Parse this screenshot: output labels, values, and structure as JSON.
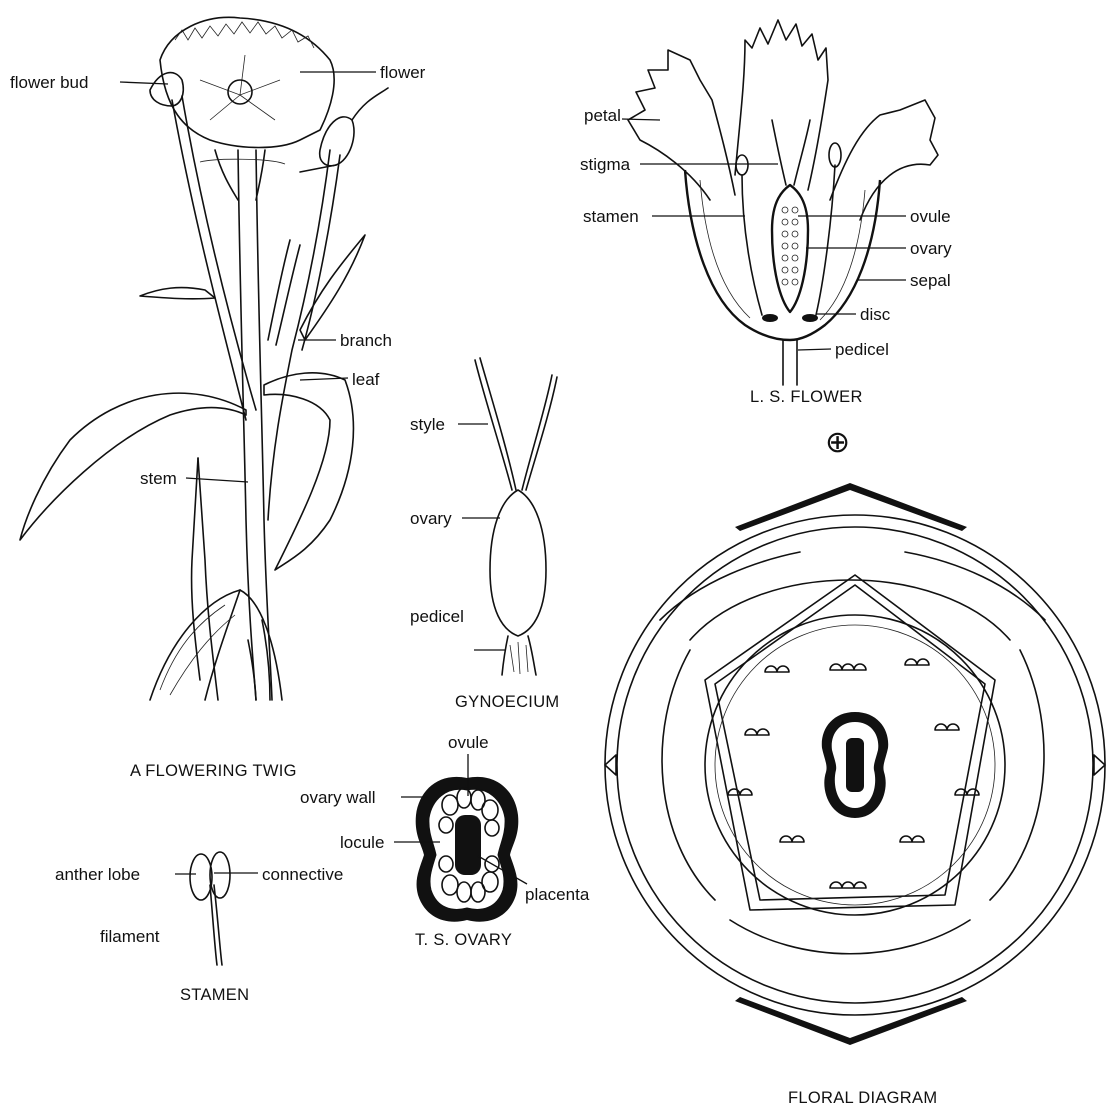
{
  "twig": {
    "caption": "A FLOWERING TWIG",
    "labels": {
      "flower_bud": "flower bud",
      "flower": "flower",
      "branch": "branch",
      "leaf": "leaf",
      "stem": "stem"
    }
  },
  "ls_flower": {
    "caption": "L. S. FLOWER",
    "labels": {
      "petal": "petal",
      "stigma": "stigma",
      "stamen": "stamen",
      "ovule": "ovule",
      "ovary": "ovary",
      "sepal": "sepal",
      "disc": "disc",
      "pedicel": "pedicel"
    }
  },
  "gynoecium": {
    "caption": "GYNOECIUM",
    "labels": {
      "style": "style",
      "ovary": "ovary",
      "pedicel": "pedicel"
    }
  },
  "ts_ovary": {
    "caption": "T. S. OVARY",
    "labels": {
      "ovule": "ovule",
      "ovary_wall": "ovary wall",
      "locule": "locule",
      "placenta": "placenta"
    }
  },
  "stamen": {
    "caption": "STAMEN",
    "labels": {
      "anther_lobe": "anther lobe",
      "connective": "connective",
      "filament": "filament"
    }
  },
  "floral_diagram": {
    "caption": "FLORAL DIAGRAM",
    "symbol": "⊕"
  }
}
